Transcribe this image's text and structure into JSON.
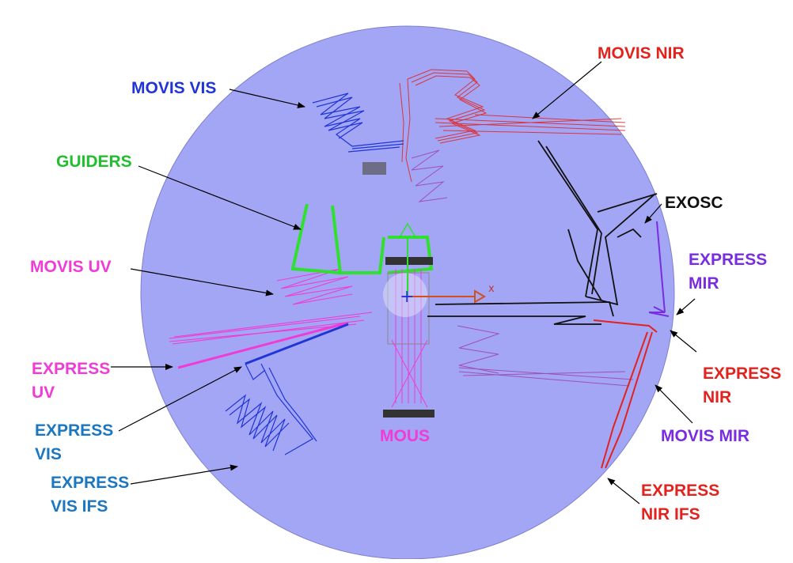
{
  "diagram": {
    "sphere_color": "#a3a6f5",
    "axis_x_label": "x",
    "labels": {
      "movis_vis": {
        "lines": [
          "MOVIS VIS"
        ],
        "color": "#1f35d6"
      },
      "movis_nir": {
        "lines": [
          "MOVIS NIR"
        ],
        "color": "#e3221e"
      },
      "guiders": {
        "lines": [
          "GUIDERS"
        ],
        "color": "#1fbf2e"
      },
      "exosc": {
        "lines": [
          "EXOSC"
        ],
        "color": "#111111"
      },
      "movis_uv": {
        "lines": [
          "MOVIS UV"
        ],
        "color": "#f03bd6"
      },
      "express_mir": {
        "lines": [
          "EXPRESS",
          "MIR"
        ],
        "color": "#7a2ce0"
      },
      "express_uv": {
        "lines": [
          "EXPRESS",
          "UV"
        ],
        "color": "#f03bd6"
      },
      "express_nir": {
        "lines": [
          "EXPRESS",
          "NIR"
        ],
        "color": "#e3221e"
      },
      "express_vis": {
        "lines": [
          "EXPRESS",
          "VIS"
        ],
        "color": "#1b77c2"
      },
      "mous": {
        "lines": [
          "MOUS"
        ],
        "color": "#f03bd6"
      },
      "movis_mir": {
        "lines": [
          "MOVIS MIR"
        ],
        "color": "#7a2ce0"
      },
      "express_vis_ifs": {
        "lines": [
          "EXPRESS",
          "VIS IFS"
        ],
        "color": "#1b77c2"
      },
      "express_nir_ifs": {
        "lines": [
          "EXPRESS",
          "NIR IFS"
        ],
        "color": "#e3221e"
      }
    }
  }
}
